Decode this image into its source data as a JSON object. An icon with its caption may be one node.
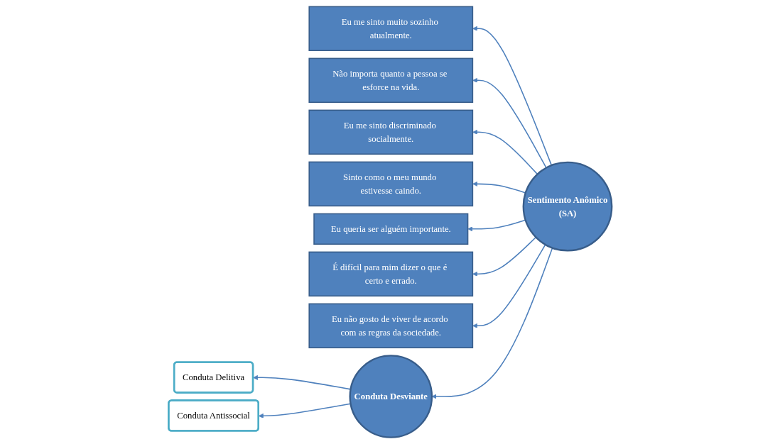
{
  "diagram": {
    "nodes": [
      {
        "text": [
          "Eu me sinto muito sozinho atualmente."
        ]
      },
      {
        "text": [
          "Não importa quanto a pessoa se esforce na vida."
        ]
      },
      {
        "text": [
          "Eu me sinto discriminado socialmente."
        ]
      },
      {
        "text": [
          "Sinto como o meu mundo estivesse caindo."
        ]
      },
      {
        "text": [
          "Eu queria ser alguém importante."
        ]
      },
      {
        "text": [
          "É difícil para mim dizer o que é certo e errado."
        ]
      },
      {
        "text": [
          "Eu não gosto de viver de acordo com as regras da sociedade."
        ]
      },
      {
        "text": [
          "Sentimento Anômico",
          "(SA)"
        ]
      },
      {
        "text": [
          "Conduta Desviante"
        ]
      },
      {
        "text": [
          "Conduta Delitiva"
        ]
      },
      {
        "text": [
          "Conduta Antissocial"
        ]
      }
    ],
    "edges": [
      {
        "from": 7,
        "to": 0,
        "arrow": "to"
      },
      {
        "from": 7,
        "to": 1,
        "arrow": "to"
      },
      {
        "from": 7,
        "to": 2,
        "arrow": "to"
      },
      {
        "from": 7,
        "to": 3,
        "arrow": "to"
      },
      {
        "from": 7,
        "to": 4,
        "arrow": "to"
      },
      {
        "from": 7,
        "to": 5,
        "arrow": "to"
      },
      {
        "from": 7,
        "to": 6,
        "arrow": "to"
      },
      {
        "from": 7,
        "to": 8,
        "arrow": "to"
      },
      {
        "from": 8,
        "to": 9,
        "arrow": "to"
      },
      {
        "from": 8,
        "to": 10,
        "arrow": "to"
      }
    ]
  }
}
